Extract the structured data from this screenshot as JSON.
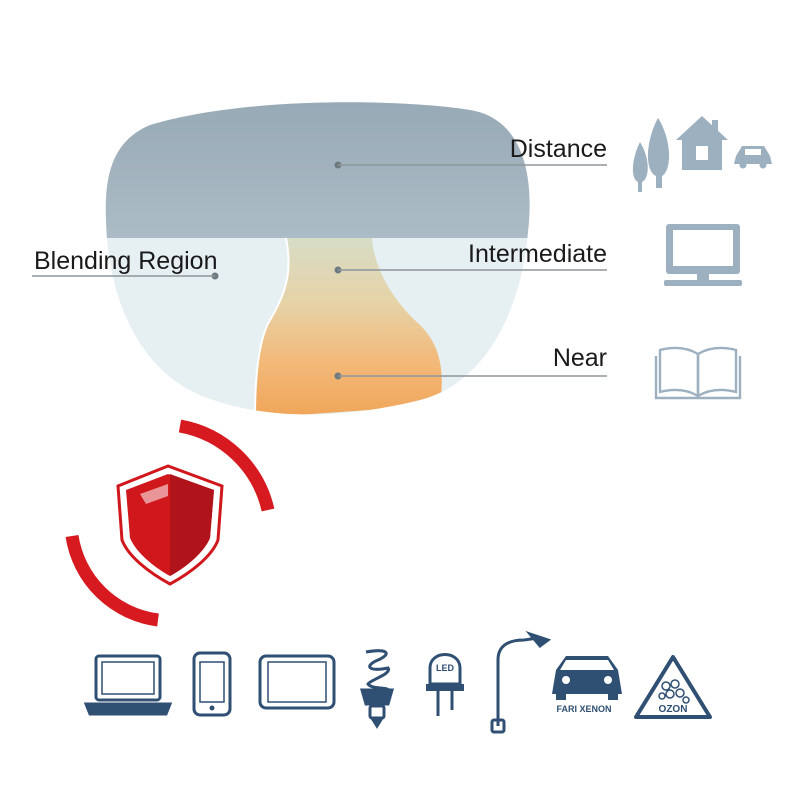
{
  "lens": {
    "zones": {
      "distance": "Distance",
      "intermediate": "Intermediate",
      "near": "Near",
      "blending": "Blending Region"
    }
  },
  "colors": {
    "distance": "#9fb1bd",
    "blend": "#e6eff2",
    "near": "#f0a862",
    "icon_gray": "#9cb0c0",
    "icon_blue": "#2f4f73",
    "shield_red": "#d0171c",
    "arc_red": "#d71920"
  },
  "devices": {
    "led_label": "LED",
    "car_label": "FARI XENON",
    "ozone_label": "OZON"
  },
  "icons": [
    "trees-icon",
    "house-icon",
    "car-icon",
    "monitor-icon",
    "book-icon",
    "shield-icon",
    "laptop-icon",
    "smartphone-icon",
    "tablet-icon",
    "cfl-bulb-icon",
    "led-icon",
    "street-lamp-icon",
    "xenon-car-icon",
    "ozone-warning-icon"
  ]
}
